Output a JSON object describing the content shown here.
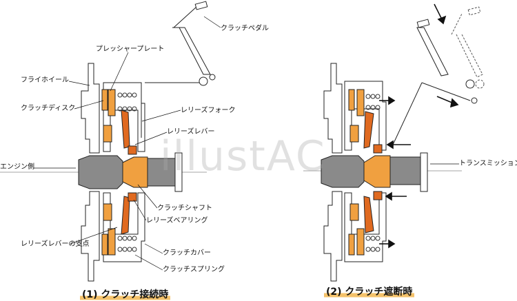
{
  "labels": {
    "clutch_pedal": "クラッチペダル",
    "pressure_plate": "プレッシャープレート",
    "flywheel": "フライホイール",
    "clutch_disc": "クラッチディスク",
    "release_fork": "レリーズフォーク",
    "release_lever": "レリーズレバー",
    "engine_side": "エンジン側",
    "clutch_shaft": "クラッチシャフト",
    "release_bearing": "レリーズベアリング",
    "release_lever_fulcrum": "レリーズレバーの支点",
    "clutch_cover": "クラッチカバー",
    "clutch_spring": "クラッチスプリング",
    "transmission_side": "トランスミッション側"
  },
  "captions": {
    "engaged": "(1) クラッチ接続時",
    "disengaged": "(2) クラッチ遮断時"
  },
  "watermark": "illustAC",
  "colors": {
    "orange_light": "#f0a040",
    "orange_dark": "#e06a20",
    "gray": "#8a8a8a",
    "highlight": "#f4c26b"
  }
}
